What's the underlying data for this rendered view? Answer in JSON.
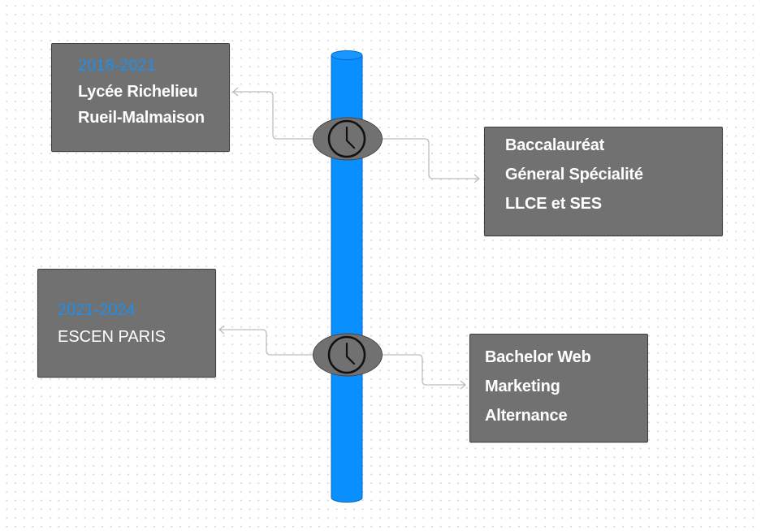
{
  "timeline": {
    "accent_color": "#0a8fff",
    "entries": [
      {
        "period": "2018-2021",
        "school_line1": "Lycée Richelieu",
        "school_line2": "Rueil-Malmaison",
        "diploma": [
          "Baccalauréat",
          "Géneral Spécialité",
          "LLCE et SES"
        ],
        "icon": "clock-icon"
      },
      {
        "period": "2021-2024",
        "school_line1": "ESCEN PARIS",
        "diploma": [
          "Bachelor Web",
          "Marketing",
          "Alternance"
        ],
        "icon": "clock-icon"
      }
    ]
  }
}
